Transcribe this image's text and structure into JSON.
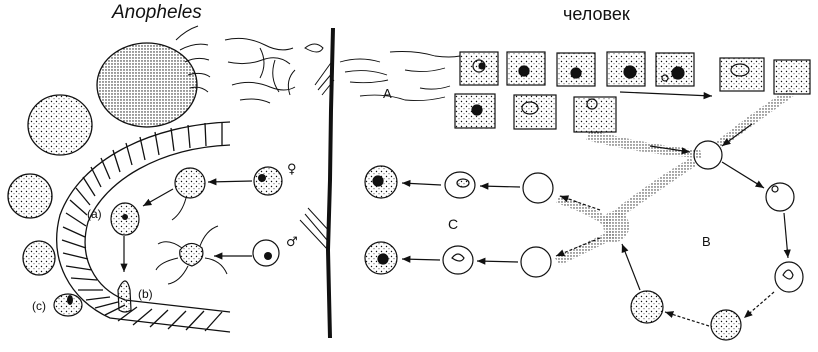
{
  "labels": {
    "left_title": "Anopheles",
    "right_title": "человек",
    "stage_a": "A",
    "stage_b": "B",
    "stage_c": "C",
    "sub_a": "(a)",
    "sub_b": "(b)",
    "sub_c": "(c)",
    "female_symbol": "♀",
    "male_symbol": "♂"
  },
  "colors": {
    "ink": "#111111",
    "background": "#ffffff"
  }
}
